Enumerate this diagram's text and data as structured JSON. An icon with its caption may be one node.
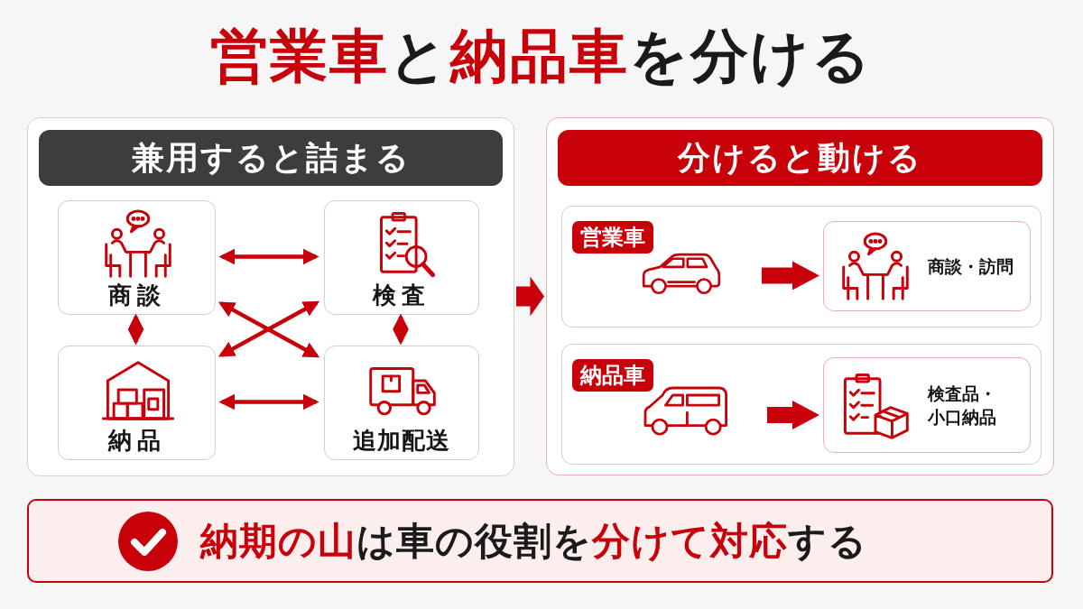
{
  "diagram": {
    "title": "**営業車**と**納品車**を分ける",
    "nodes": [
      {
        "text": [
          "兼用すると詰まる"
        ]
      },
      {
        "text": [
          "商談"
        ],
        "in": 0
      },
      {
        "text": [
          "検査"
        ],
        "in": 0
      },
      {
        "text": [
          "納品"
        ],
        "in": 0
      },
      {
        "text": [
          "追加配送"
        ],
        "in": 0
      },
      {
        "text": [
          "分けると動ける"
        ]
      },
      {
        "text": [
          "営業車"
        ],
        "in": 5
      },
      {
        "text": [],
        "shape": "car",
        "in": 6
      },
      {
        "text": [
          "商談・訪問"
        ],
        "in": 6
      },
      {
        "text": [
          "納品車"
        ],
        "in": 5
      },
      {
        "text": [],
        "shape": "van",
        "in": 9
      },
      {
        "text": [
          "検査品・小口納品"
        ],
        "in": 9
      },
      {
        "text": [
          "**納期の山**は車の役割を**分けて対応**する"
        ]
      }
    ],
    "edges": [
      {
        "from": 1,
        "to": 2,
        "arrow": "both"
      },
      {
        "from": 1,
        "to": 4,
        "arrow": "both"
      },
      {
        "from": 2,
        "to": 3,
        "arrow": "both"
      },
      {
        "from": 1,
        "to": 3,
        "arrow": "both"
      },
      {
        "from": 2,
        "to": 4,
        "arrow": "both"
      },
      {
        "from": 3,
        "to": 4,
        "arrow": "both"
      },
      {
        "from": 0,
        "to": 5,
        "arrow": "to",
        "style": "thick"
      },
      {
        "from": 7,
        "to": 8,
        "arrow": "to",
        "style": "thick"
      },
      {
        "from": 10,
        "to": 11,
        "arrow": "to",
        "style": "thick"
      }
    ]
  }
}
